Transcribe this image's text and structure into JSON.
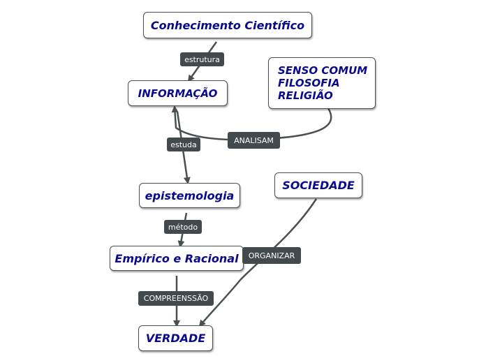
{
  "nodes": {
    "conhecimento": "Conhecimento Científico",
    "informacao": "INFORMAÇÃO",
    "senso": "SENSO COMUM\nFILOSOFIA\nRELIGIÃO",
    "epistemologia": "epistemologia",
    "sociedade": "SOCIEDADE",
    "empirico": "Empírico e Racional",
    "verdade": "VERDADE"
  },
  "edges": {
    "estrutura": "estrutura",
    "analisam": "ANALISAM",
    "estuda": "estuda",
    "metodo": "método",
    "organizar": "ORGANIZAR",
    "compreensao": "COMPREENSSÃO"
  },
  "colors": {
    "node_text": "#0a0a8c",
    "node_border": "#4a4f52",
    "label_bg": "#434a4d",
    "label_text": "#ffffff",
    "line": "#4a4f52"
  }
}
